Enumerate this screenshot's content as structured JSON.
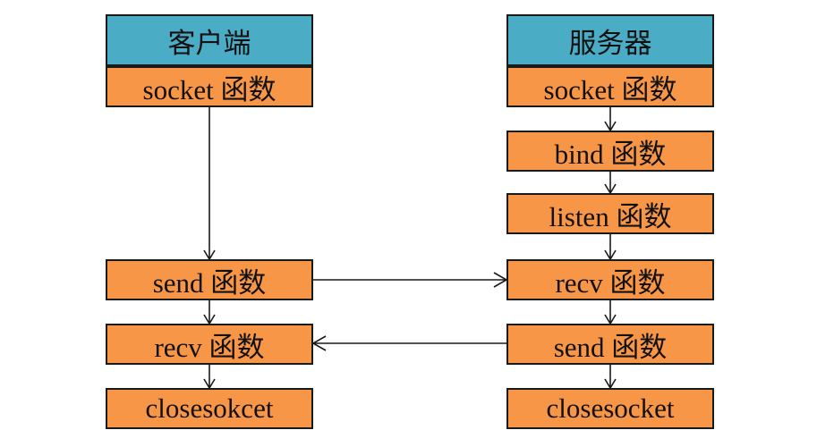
{
  "colors": {
    "header_fill": "#4bacc6",
    "step_fill": "#f79646",
    "stroke": "#1a1a1a",
    "background": "#ffffff"
  },
  "client": {
    "header": "客户端",
    "steps": [
      "socket 函数",
      "send 函数",
      "recv 函数",
      "closesokcet"
    ]
  },
  "server": {
    "header": "服务器",
    "steps": [
      "socket 函数",
      "bind 函数",
      "listen 函数",
      "recv 函数",
      "send 函数",
      "closesocket"
    ]
  }
}
